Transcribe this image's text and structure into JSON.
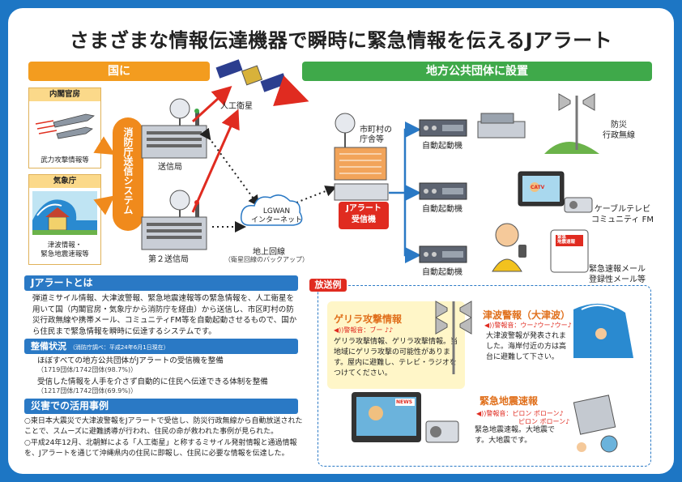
{
  "title": "さまざまな情報伝達機器で瞬時に緊急情報を伝えるJアラート",
  "left_band": "国に",
  "right_band": "地方公共団体に設置",
  "sources": {
    "cabinet_header": "内閣官房",
    "cabinet_caption": "武力攻撃情報等",
    "jma_header": "気象庁",
    "jma_caption": "津波情報・\n緊急地震速報等"
  },
  "fdma_label": "消防庁送信システム",
  "station1": "送信局",
  "station2": "第２送信局",
  "satellite": "人工衛星",
  "lgwan": "LGWAN\nインターネット",
  "ground_line": "地上回線",
  "ground_line_note": "（衛星回線のバックアップ）",
  "city_hall": "市町村の\n庁舎等",
  "receiver": "Jアラート\n受信機",
  "autostart": [
    "自動起動機",
    "自動起動機",
    "自動起動機"
  ],
  "outputs": [
    "防災\n行政無線",
    "ケーブルテレビ\nコミュニティ FM",
    "緊急速報メール\n登録性メール等"
  ],
  "about": {
    "heading": "Jアラートとは",
    "body": "弾道ミサイル情報、大津波警報、緊急地震速報等の緊急情報を、人工衛星を用いて国（内閣官房・気象庁から消防庁を経由）から送信し、市区町村の防災行政無線や携帯メール、コミュニティFM等を自動起動させるもので、国から住民まで緊急情報を瞬時に伝達するシステムです。"
  },
  "status": {
    "heading": "整備状況",
    "note": "（消防庁調べ：平成24年6月1日現在）",
    "item1": "ほぼすべての地方公共団体がJアラートの受信機を整備",
    "item1_sub": "（1719団体/1742団体(98.7%)）",
    "item2": "受信した情報を人手を介さず自動的に住民へ伝達できる体制を整備",
    "item2_sub": "（1217団体/1742団体(69.9%)）"
  },
  "cases": {
    "heading": "災害での活用事例",
    "item1": "○東日本大震災で大津波警報をJアラートで受信し、防災行政無線から自動放送されたことで、スムーズに避難誘導が行われ、住民の命が救われた事例が見られた。",
    "item2": "○平成24年12月、北朝鮮による「人工衛星」と称するミサイル発射情報と通過情報を、Jアラートを通じて沖縄県内の住民に即報し、住民に必要な情報を伝達した。"
  },
  "broadcast": {
    "label": "放送例",
    "guerrilla_title": "ゲリラ攻撃情報",
    "guerrilla_alarm": "◀))警報音：ブー ♪♪",
    "guerrilla_text": "ゲリラ攻撃情報、ゲリラ攻撃情報。当地域にゲリラ攻撃の可能性があります。屋内に避難し、テレビ・ラジオをつけてください。",
    "tsunami_title": "津波警報（大津波）",
    "tsunami_alarm": "◀))警報音：ウー♪ウー♪ウー♪",
    "tsunami_text": "大津波警報が発表されました。海岸付近の方は高台に避難して下さい。",
    "quake_title": "緊急地震速報",
    "quake_alarm1": "◀))警報音：ピロン ポローン♪",
    "quake_alarm2": "ピロン ポローン♪",
    "quake_text": "緊急地震速報。大地震です。大地震です。"
  },
  "screen_text": {
    "news": "NEWS",
    "catv": "CATV",
    "mail": "緊急\n地震速報"
  },
  "colors": {
    "frame": "#1d76c4",
    "orange": "#f08a1c",
    "green": "#3fa94a",
    "red": "#e02b20",
    "blue": "#2a79c5",
    "yellow_bg": "#fff6c8"
  }
}
